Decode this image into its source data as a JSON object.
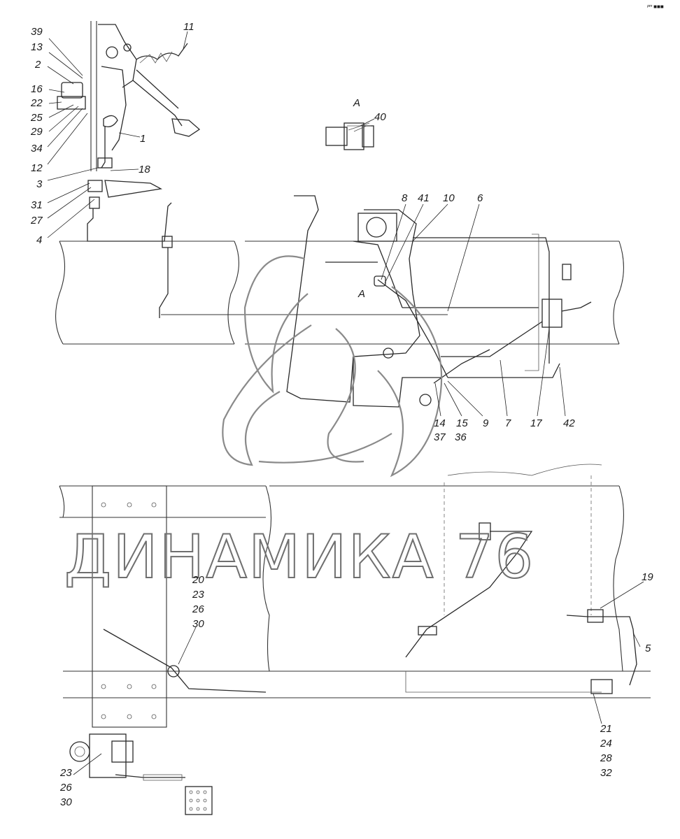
{
  "view_label_top": "A",
  "view_label_mid": "A",
  "watermark": "ДИНАМИКА 76",
  "corner_mark": "ᵖᵐ ■■■",
  "callouts": {
    "c39": "39",
    "c13": "13",
    "c2": "2",
    "c16": "16",
    "c22": "22",
    "c25": "25",
    "c29": "29",
    "c34": "34",
    "c12": "12",
    "c3": "3",
    "c31": "31",
    "c27": "27",
    "c4": "4",
    "c11": "11",
    "c1": "1",
    "c18": "18",
    "c40": "40",
    "c8": "8",
    "c41": "41",
    "c10": "10",
    "c6": "6",
    "c14": "14",
    "c37": "37",
    "c15": "15",
    "c36": "36",
    "c9": "9",
    "c7": "7",
    "c17": "17",
    "c42": "42",
    "c19": "19",
    "c5": "5",
    "c20": "20",
    "c23a": "23",
    "c26a": "26",
    "c30a": "30",
    "c21": "21",
    "c24": "24",
    "c28": "28",
    "c32": "32",
    "c23b": "23",
    "c26b": "26",
    "c30b": "30"
  }
}
